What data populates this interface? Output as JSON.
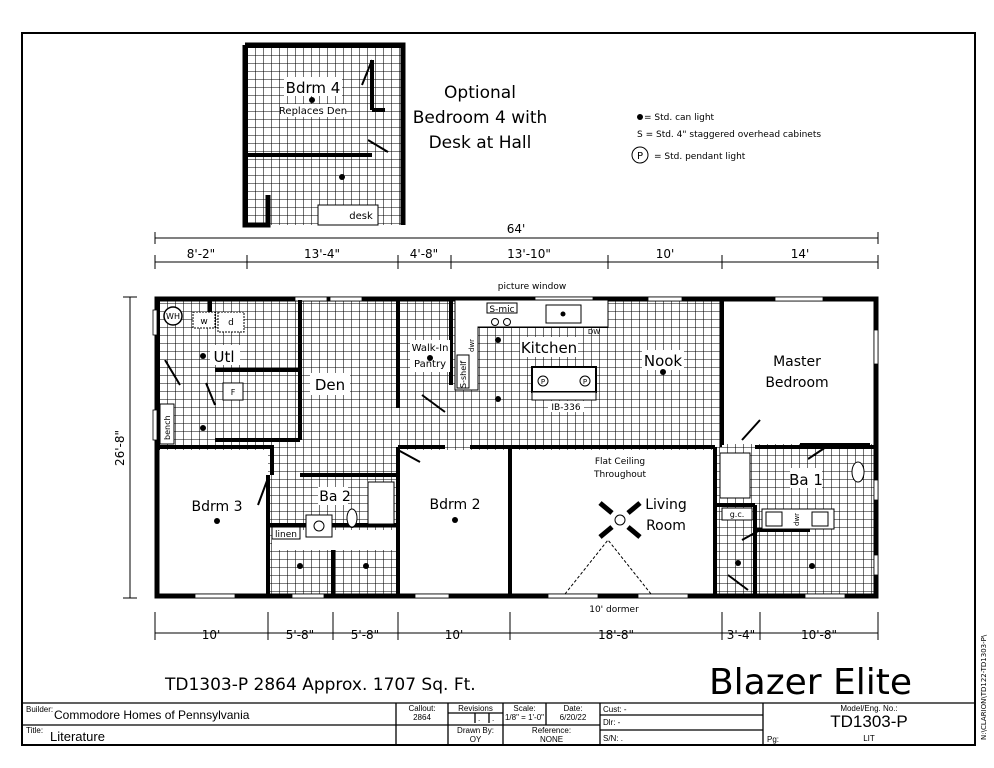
{
  "optional": {
    "title_lines": [
      "Optional",
      "Bedroom 4 with",
      "Desk at Hall"
    ],
    "room": "Bdrm 4",
    "sub": "Replaces Den",
    "desk": "desk"
  },
  "legend": {
    "can_light": "= Std. can light",
    "cabinets": "S = Std. 4\" staggered overhead cabinets",
    "pendant_symbol": "P",
    "pendant": "= Std. pendant light"
  },
  "dimensions": {
    "overall": "64'",
    "top": [
      "8'-2\"",
      "13'-4\"",
      "4'-8\"",
      "13'-10\"",
      "10'",
      "14'"
    ],
    "bottom": [
      "10'",
      "5'-8\"",
      "5'-8\"",
      "10'",
      "18'-8\"",
      "3'-4\"",
      "10'-8\""
    ],
    "depth": "26'-8\""
  },
  "labels": {
    "picture_window": "picture window",
    "wh": "WH",
    "w": "w",
    "d": "d",
    "utl": "Utl",
    "f": "F",
    "bench": "bench",
    "den": "Den",
    "pantry1": "Walk-In",
    "pantry2": "Pantry",
    "s_mic": "S-mic",
    "dwr": "dwr",
    "s_shelf": "S-shelf",
    "dw": "DW",
    "kitchen": "Kitchen",
    "island": "IB-336",
    "p": "P",
    "nook": "Nook",
    "master1": "Master",
    "master2": "Bedroom",
    "flat1": "Flat Ceiling",
    "flat2": "Throughout",
    "living1": "Living",
    "living2": "Room",
    "dormer": "10' dormer",
    "bdrm3": "Bdrm 3",
    "ba2": "Ba 2",
    "linen": "linen",
    "bdrm2": "Bdrm 2",
    "ba1": "Ba 1",
    "gc": "g.c.",
    "dwr2": "dwr"
  },
  "model_line": "TD1303-P 2864  Approx. 1707 Sq. Ft.",
  "brand": "Blazer Elite",
  "side_path": "N:\\CLARION\\TD122-TD1303-P\\",
  "title_block": {
    "builder_label": "Builder:",
    "builder": "Commodore Homes of Pennsylvania",
    "title_label": "Title:",
    "title": "Literature",
    "callout_label": "Callout:",
    "callout": "2864",
    "revisions_label": "Revisions",
    "revisions": [
      ".",
      "."
    ],
    "scale_label": "Scale:",
    "scale": "1/8\" = 1'-0\"",
    "date_label": "Date:",
    "date": "6/20/22",
    "drawn_label": "Drawn By:",
    "drawn": "OY",
    "reference_label": "Reference:",
    "reference": "NONE",
    "cust": "Cust: -",
    "dlr": "Dlr: -",
    "sn": "S/N: .",
    "model_label": "Model/Eng. No.:",
    "model": "TD1303-P",
    "pg_label": "Pg:",
    "pg": "LIT"
  }
}
